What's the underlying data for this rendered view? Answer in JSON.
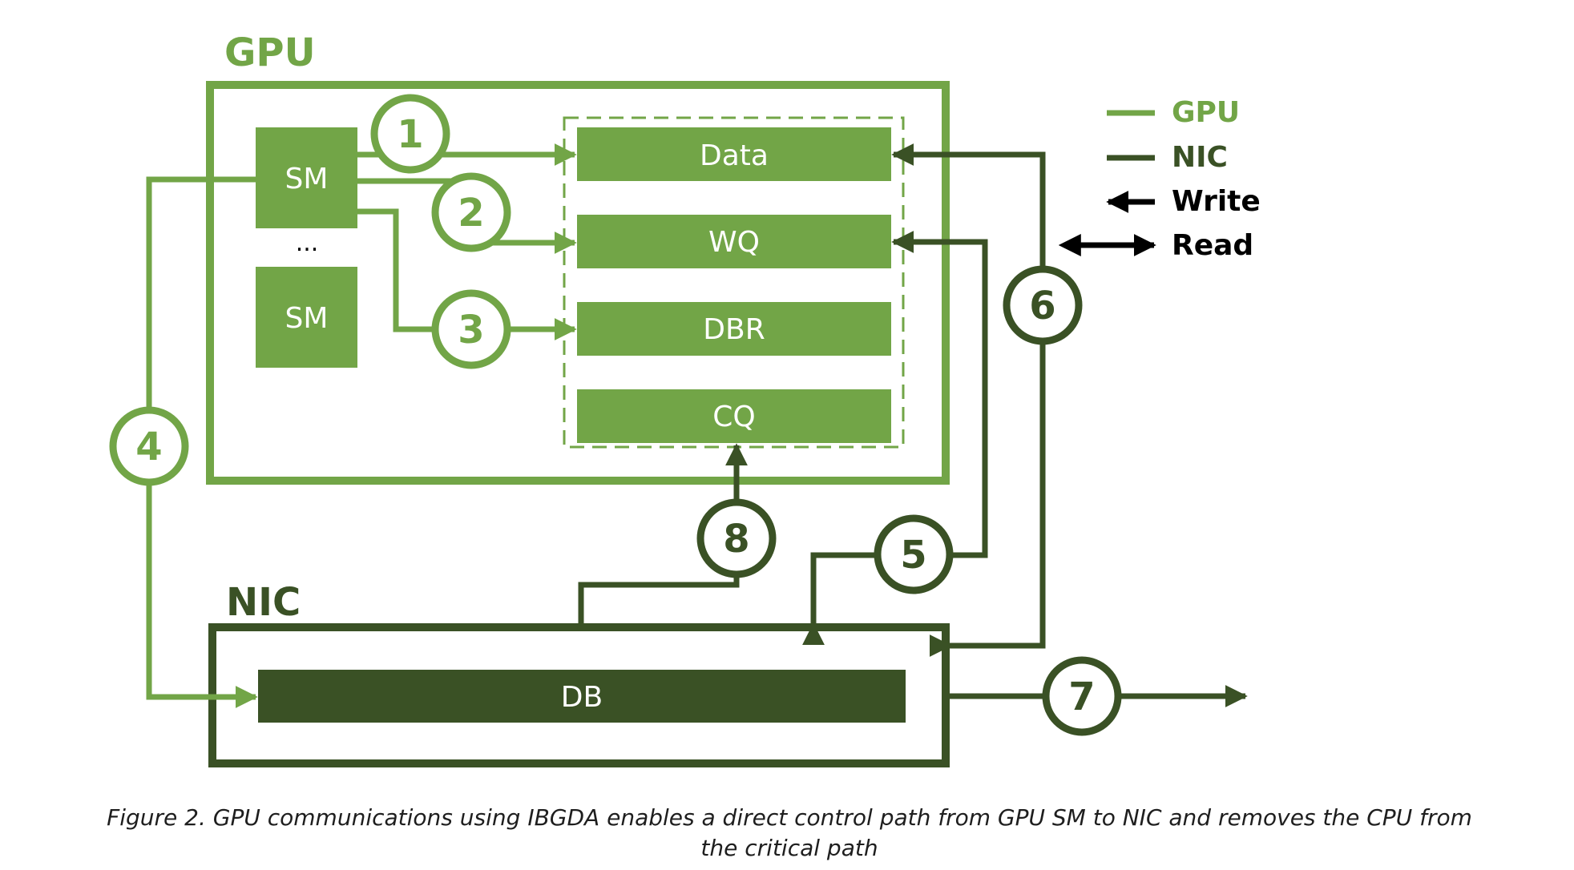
{
  "colors": {
    "gpu": "#72a547",
    "nic": "#3a5125",
    "ink": "#000000",
    "white": "#ffffff"
  },
  "gpu_box": {
    "title": "GPU"
  },
  "nic_box": {
    "title": "NIC"
  },
  "sm_blocks": {
    "top": "SM",
    "ellipsis": "...",
    "bottom": "SM"
  },
  "gpu_memory": {
    "data": "Data",
    "wq": "WQ",
    "dbr": "DBR",
    "cq": "CQ"
  },
  "nic_memory": {
    "db": "DB"
  },
  "steps": {
    "s1": "1",
    "s2": "2",
    "s3": "3",
    "s4": "4",
    "s5": "5",
    "s6": "6",
    "s7": "7",
    "s8": "8"
  },
  "legend": {
    "gpu": "GPU",
    "nic": "NIC",
    "write": "Write",
    "read": "Read"
  },
  "caption": "Figure 2. GPU communications using IBGDA enables a direct control path from GPU SM to NIC and removes the CPU from the critical path"
}
